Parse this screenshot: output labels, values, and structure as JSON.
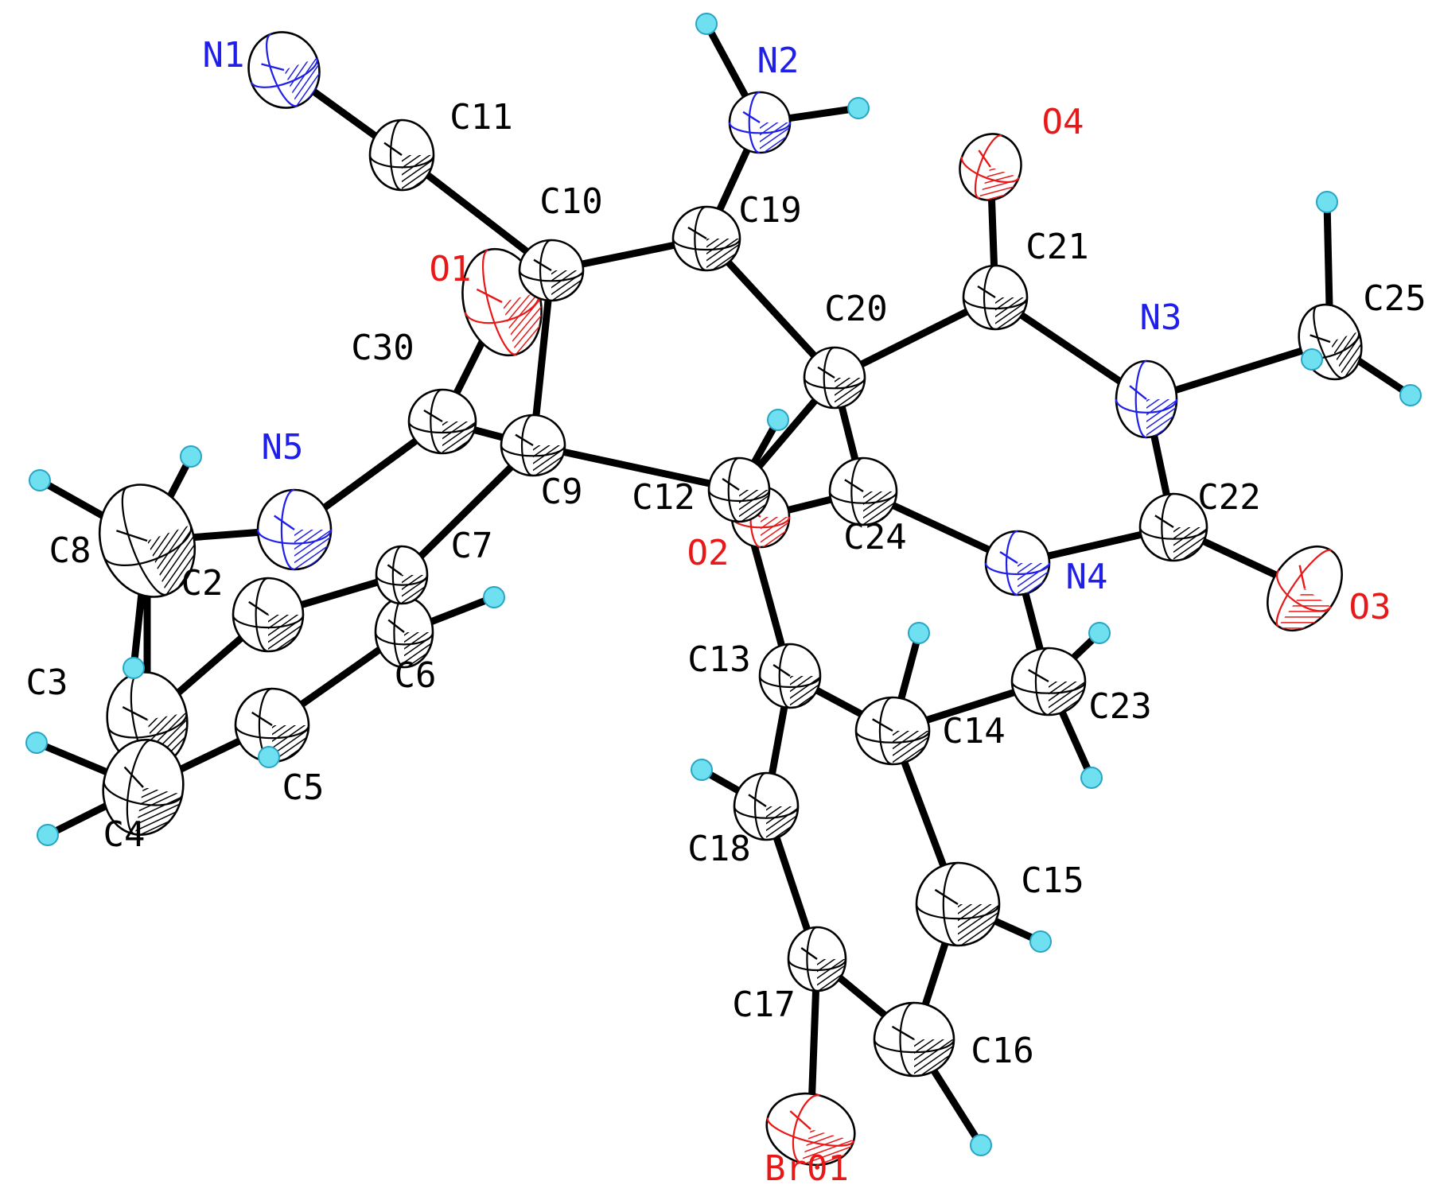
{
  "colors": {
    "carbon": "#000000",
    "nitrogen": "#1f1fe8",
    "oxygen": "#e81818",
    "bromine": "#e81818",
    "hydrogen_fill": "#6fe0f0",
    "hydrogen_stroke": "#2aa4c4",
    "bond": "#000000",
    "background": "#ffffff"
  },
  "atoms": [
    {
      "id": "N1",
      "label": "N1",
      "element": "N",
      "color": "#1f1fe8"
    },
    {
      "id": "N2",
      "label": "N2",
      "element": "N",
      "color": "#1f1fe8"
    },
    {
      "id": "N3",
      "label": "N3",
      "element": "N",
      "color": "#1f1fe8"
    },
    {
      "id": "N4",
      "label": "N4",
      "element": "N",
      "color": "#1f1fe8"
    },
    {
      "id": "N5",
      "label": "N5",
      "element": "N",
      "color": "#1f1fe8"
    },
    {
      "id": "O1",
      "label": "O1",
      "element": "O",
      "color": "#e81818"
    },
    {
      "id": "O2",
      "label": "O2",
      "element": "O",
      "color": "#e81818"
    },
    {
      "id": "O3",
      "label": "O3",
      "element": "O",
      "color": "#e81818"
    },
    {
      "id": "O4",
      "label": "O4",
      "element": "O",
      "color": "#e81818"
    },
    {
      "id": "Br01",
      "label": "Br01",
      "element": "Br",
      "color": "#e81818"
    },
    {
      "id": "C2",
      "label": "C2",
      "element": "C",
      "color": "#000000"
    },
    {
      "id": "C3",
      "label": "C3",
      "element": "C",
      "color": "#000000"
    },
    {
      "id": "C4",
      "label": "C4",
      "element": "C",
      "color": "#000000"
    },
    {
      "id": "C5",
      "label": "C5",
      "element": "C",
      "color": "#000000"
    },
    {
      "id": "C6",
      "label": "C6",
      "element": "C",
      "color": "#000000"
    },
    {
      "id": "C7",
      "label": "C7",
      "element": "C",
      "color": "#000000"
    },
    {
      "id": "C8",
      "label": "C8",
      "element": "C",
      "color": "#000000"
    },
    {
      "id": "C9",
      "label": "C9",
      "element": "C",
      "color": "#000000"
    },
    {
      "id": "C10",
      "label": "C10",
      "element": "C",
      "color": "#000000"
    },
    {
      "id": "C11",
      "label": "C11",
      "element": "C",
      "color": "#000000"
    },
    {
      "id": "C12",
      "label": "C12",
      "element": "C",
      "color": "#000000"
    },
    {
      "id": "C13",
      "label": "C13",
      "element": "C",
      "color": "#000000"
    },
    {
      "id": "C14",
      "label": "C14",
      "element": "C",
      "color": "#000000"
    },
    {
      "id": "C15",
      "label": "C15",
      "element": "C",
      "color": "#000000"
    },
    {
      "id": "C16",
      "label": "C16",
      "element": "C",
      "color": "#000000"
    },
    {
      "id": "C17",
      "label": "C17",
      "element": "C",
      "color": "#000000"
    },
    {
      "id": "C18",
      "label": "C18",
      "element": "C",
      "color": "#000000"
    },
    {
      "id": "C19",
      "label": "C19",
      "element": "C",
      "color": "#000000"
    },
    {
      "id": "C20",
      "label": "C20",
      "element": "C",
      "color": "#000000"
    },
    {
      "id": "C21",
      "label": "C21",
      "element": "C",
      "color": "#000000"
    },
    {
      "id": "C22",
      "label": "C22",
      "element": "C",
      "color": "#000000"
    },
    {
      "id": "C23",
      "label": "C23",
      "element": "C",
      "color": "#000000"
    },
    {
      "id": "C24",
      "label": "C24",
      "element": "C",
      "color": "#000000"
    },
    {
      "id": "C25",
      "label": "C25",
      "element": "C",
      "color": "#000000"
    },
    {
      "id": "C30",
      "label": "C30",
      "element": "C",
      "color": "#000000"
    }
  ],
  "bonds": [
    [
      "N1",
      "C11"
    ],
    [
      "C11",
      "C10"
    ],
    [
      "C10",
      "C19"
    ],
    [
      "C19",
      "N2"
    ],
    [
      "C19",
      "C20"
    ],
    [
      "C10",
      "C9"
    ],
    [
      "C10",
      "O1"
    ],
    [
      "O1",
      "C30"
    ],
    [
      "C30",
      "C9"
    ],
    [
      "C30",
      "N5"
    ],
    [
      "N5",
      "C8"
    ],
    [
      "C8",
      "C3"
    ],
    [
      "C9",
      "C7"
    ],
    [
      "C7",
      "C2"
    ],
    [
      "C2",
      "C3"
    ],
    [
      "C3",
      "C4"
    ],
    [
      "C4",
      "C5"
    ],
    [
      "C5",
      "C6"
    ],
    [
      "C9",
      "C12"
    ],
    [
      "C12",
      "C20"
    ],
    [
      "C12",
      "O2"
    ],
    [
      "O2",
      "C24"
    ],
    [
      "C20",
      "C24"
    ],
    [
      "C20",
      "C21"
    ],
    [
      "C21",
      "O4"
    ],
    [
      "C21",
      "N3"
    ],
    [
      "N3",
      "C25"
    ],
    [
      "N3",
      "C22"
    ],
    [
      "C22",
      "O3"
    ],
    [
      "C22",
      "N4"
    ],
    [
      "N4",
      "C24"
    ],
    [
      "N4",
      "C23"
    ],
    [
      "C23",
      "C14"
    ],
    [
      "C12",
      "C13"
    ],
    [
      "C13",
      "C14"
    ],
    [
      "C13",
      "C18"
    ],
    [
      "C18",
      "C17"
    ],
    [
      "C17",
      "Br01"
    ],
    [
      "C17",
      "C16"
    ],
    [
      "C16",
      "C15"
    ],
    [
      "C15",
      "C14"
    ]
  ]
}
